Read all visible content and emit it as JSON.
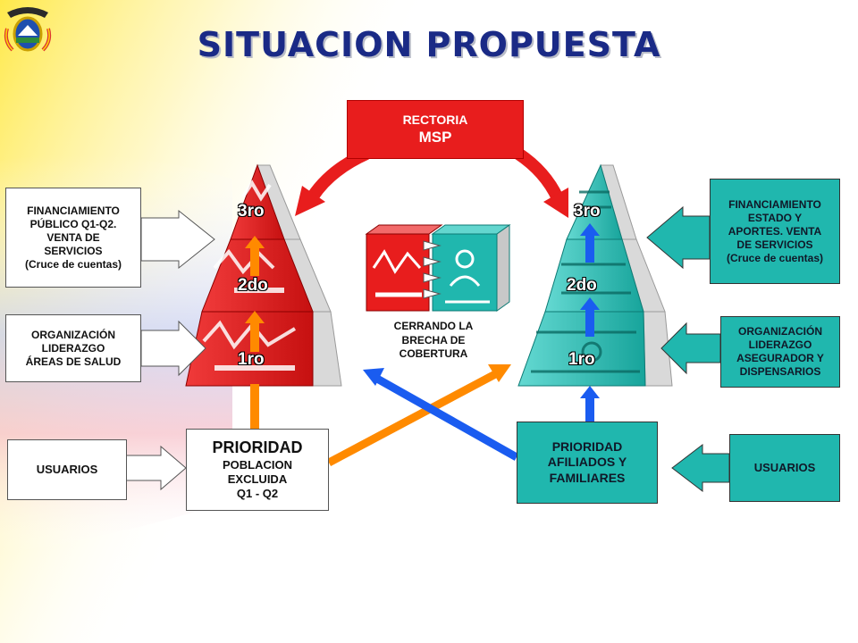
{
  "title": "SITUACION PROPUESTA",
  "rectoria": {
    "line1": "RECTORIA",
    "line2": "MSP"
  },
  "left": {
    "levels": [
      "3ro",
      "2do",
      "1ro"
    ],
    "financiamiento": [
      "FINANCIAMIENTO",
      "PÚBLICO Q1-Q2.",
      "VENTA DE",
      "SERVICIOS",
      "(Cruce de cuentas)"
    ],
    "organizacion": [
      "ORGANIZACIÓN",
      "LIDERAZGO",
      "ÁREAS DE SALUD"
    ],
    "usuarios": "USUARIOS",
    "prioridad": {
      "heading": "PRIORIDAD",
      "lines": [
        "POBLACION",
        "EXCLUIDA",
        "Q1 - Q2"
      ]
    }
  },
  "right": {
    "levels": [
      "3ro",
      "2do",
      "1ro"
    ],
    "financiamiento": [
      "FINANCIAMIENTO",
      "ESTADO Y",
      "APORTES. VENTA",
      "DE SERVICIOS",
      "(Cruce de cuentas)"
    ],
    "organizacion": [
      "ORGANIZACIÓN",
      "LIDERAZGO",
      "ASEGURADOR Y",
      "DISPENSARIOS"
    ],
    "usuarios": "USUARIOS",
    "prioridad": [
      "PRIORIDAD",
      "AFILIADOS Y",
      "FAMILIARES"
    ]
  },
  "center": {
    "lines": [
      "CERRANDO LA",
      "BRECHA DE",
      "COBERTURA"
    ]
  },
  "colors": {
    "red": "#e81d1d",
    "teal": "#20b7ae",
    "orange": "#ff8a00",
    "blue": "#1a5cf0",
    "navy": "#1a2a86"
  },
  "icons": [
    "coat-of-arms-icon",
    "msp-logo-icon",
    "iess-logo-icon"
  ]
}
